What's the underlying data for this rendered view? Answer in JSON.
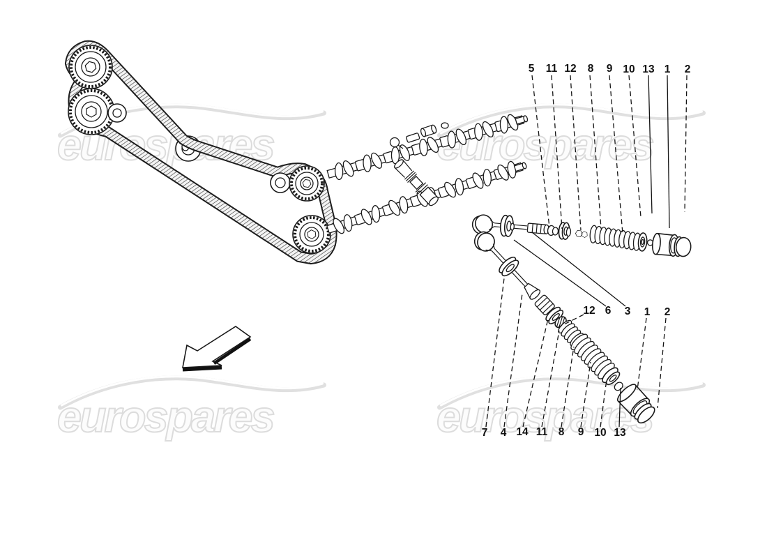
{
  "watermark": {
    "text": "eurospares"
  },
  "callouts": {
    "top": [
      "5",
      "11",
      "12",
      "8",
      "9",
      "10",
      "13",
      "1",
      "2"
    ],
    "middle": [
      "12",
      "6",
      "3",
      "1",
      "2"
    ],
    "bottom": [
      "7",
      "4",
      "14",
      "11",
      "8",
      "9",
      "10",
      "13"
    ]
  },
  "colors": {
    "line": "#1a1a1a",
    "watermark_stroke": "#dcdcdc",
    "background": "#ffffff"
  }
}
